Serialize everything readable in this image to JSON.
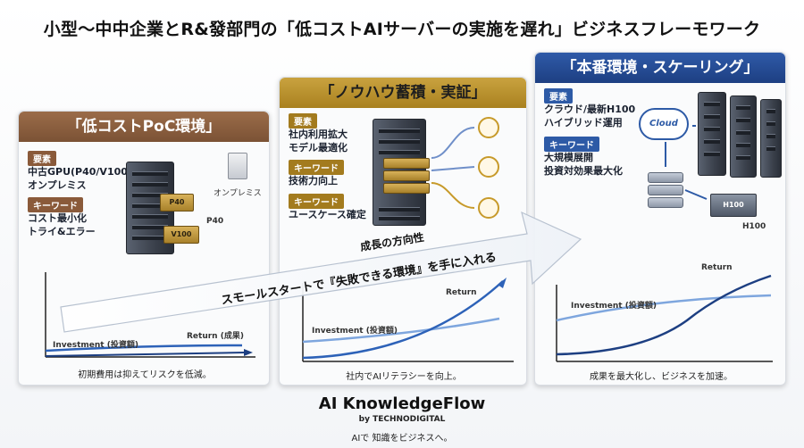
{
  "title": "小型〜中中企業とR&發部門の「低コストAIサーバーの実施を遅れ」ビジネスフレーモワーク",
  "arrow": {
    "label_top": "成長の方向性",
    "label_main": "スモールスタートで『失敗できる環境』を手に入れる"
  },
  "panels": [
    {
      "header": "「低コストPoC環境」",
      "tags": {
        "element": "要素",
        "keyword": "キーワード"
      },
      "element_lines": [
        "中古GPU(P40/V100)",
        "オンプレミス"
      ],
      "keyword_lines": [
        "コスト最小化",
        "トライ&エラー"
      ],
      "gpu_labels": [
        "P40",
        "V100"
      ],
      "labels": {
        "onprem": "オンプレミス",
        "p40": "P40"
      },
      "chart": {
        "investment": "Investment (投資額)",
        "return": "Return (成果)"
      },
      "caption": "初期費用は抑えてリスクを低減。"
    },
    {
      "header": "「ノウハウ蓄積・実証」",
      "tags": {
        "element": "要素",
        "keyword1": "キーワード",
        "keyword2": "キーワード"
      },
      "element_lines": [
        "社内利用拡大",
        "モデル最適化"
      ],
      "keyword1_lines": [
        "技術力向上"
      ],
      "keyword2_lines": [
        "ユースケース確定"
      ],
      "chart": {
        "investment": "Investment (投資額)",
        "return": "Return"
      },
      "caption": "社内でAIリテラシーを向上。"
    },
    {
      "header": "「本番環境・スケーリング」",
      "tags": {
        "element": "要素",
        "keyword": "キーワード"
      },
      "element_lines": [
        "クラウド/最新H100",
        "ハイブリッド運用"
      ],
      "keyword_lines": [
        "大規模展開",
        "投資対効果最大化"
      ],
      "labels": {
        "cloud": "Cloud",
        "h100_chip": "H100",
        "h100": "H100"
      },
      "chart": {
        "investment": "Investment (投資額)",
        "return": "Return"
      },
      "caption": "成果を最大化し、ビジネスを加速。"
    }
  ],
  "brand": {
    "name": "AI KnowledgeFlow",
    "by": "by TECHNODIGITAL",
    "tagline": "AIで 知識をビジネスへ。"
  },
  "colors": {
    "stage1": "#8a5a3a",
    "stage2": "#a37b1e",
    "stage3": "#2d5aa6",
    "curve": "#2d62b8"
  }
}
